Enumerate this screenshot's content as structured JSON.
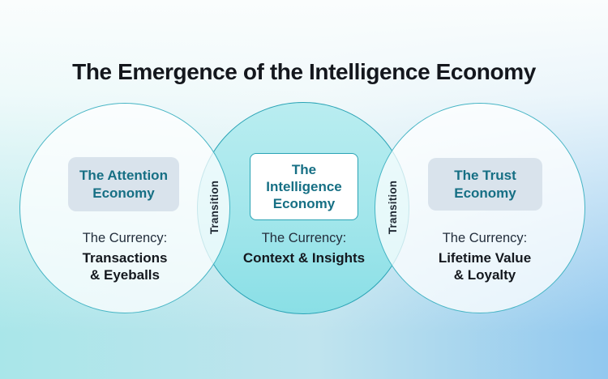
{
  "title": "The Emergence of the Intelligence Economy",
  "colors": {
    "title-color": "#14171d",
    "teal-text": "#166f84",
    "dark-text": "#14181e",
    "body-text": "#232e3c",
    "transition-text": "#1f2833",
    "circle-border": "#45b4c4",
    "mid-border": "#2aa3b5",
    "mid-fill-top": "#b9edf0",
    "mid-fill-bottom": "#8adfe6",
    "box-bg": "#d9e3ec",
    "bg-left": "#a9e6e9",
    "bg-right": "#92c8ef",
    "bg-top": "#fafdfd"
  },
  "circles": [
    {
      "id": "attention-economy",
      "label_lines": [
        "The Attention",
        "Economy"
      ],
      "currency_label": "The Currency:",
      "currency_value_lines": [
        "Transactions",
        "& Eyeballs"
      ]
    },
    {
      "id": "intelligence-economy",
      "label_lines": [
        "The",
        "Intelligence",
        "Economy"
      ],
      "currency_label": "The Currency:",
      "currency_value_lines": [
        "Context & Insights"
      ]
    },
    {
      "id": "trust-economy",
      "label_lines": [
        "The Trust",
        "Economy"
      ],
      "currency_label": "The Currency:",
      "currency_value_lines": [
        "Lifetime Value",
        "& Loyalty"
      ]
    }
  ],
  "transitions": [
    {
      "label": "Transition"
    },
    {
      "label": "Transition"
    }
  ]
}
